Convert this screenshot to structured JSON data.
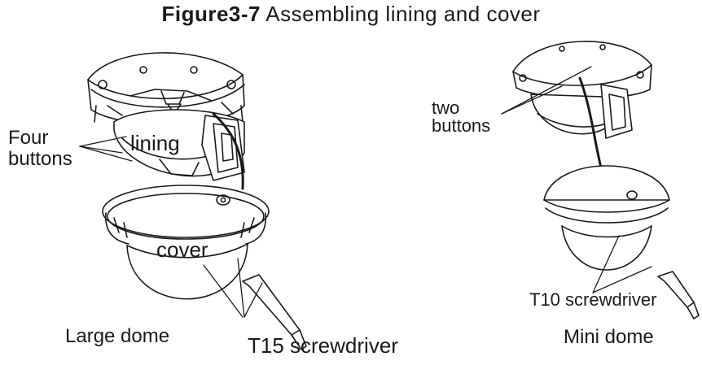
{
  "figure": {
    "number": "Figure3-7",
    "caption": "Assembling lining and cover"
  },
  "large_dome": {
    "title": "Large dome",
    "callouts": {
      "buttons_line1": "Four",
      "buttons_line2": "buttons",
      "lining": "lining",
      "cover": "cover",
      "screwdriver": "T15 screwdriver"
    }
  },
  "mini_dome": {
    "title": "Mini dome",
    "callouts": {
      "buttons_line1": "two",
      "buttons_line2": "buttons",
      "screwdriver": "T10 screwdriver"
    }
  },
  "colors": {
    "line": "#1a1a1a",
    "background": "#ffffff"
  }
}
